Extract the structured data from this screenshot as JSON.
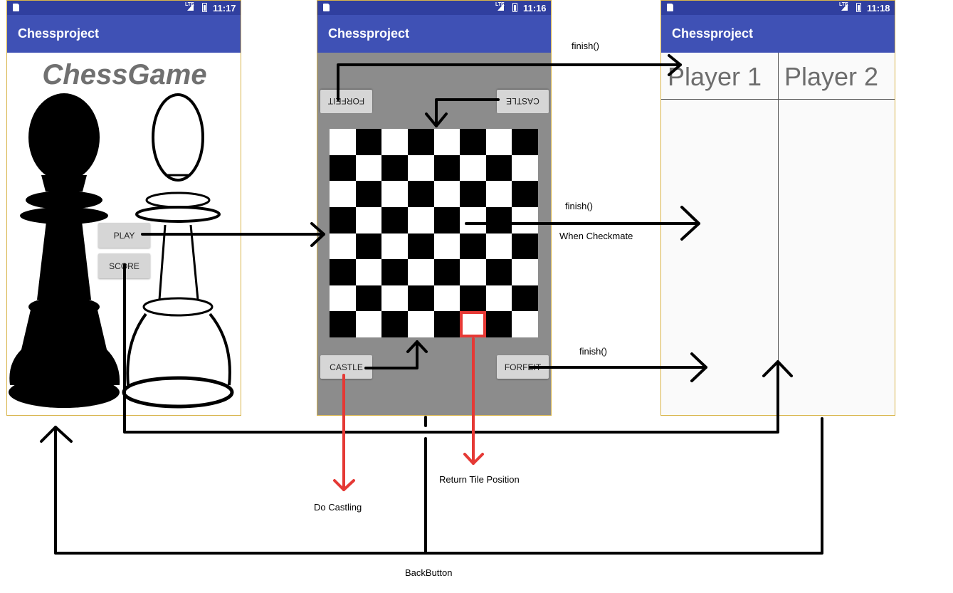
{
  "screens": {
    "menu": {
      "status_time": "11:17",
      "app_title": "Chessproject",
      "heading": "ChessGame",
      "play_button": "PLAY",
      "score_button": "SCORE"
    },
    "game": {
      "status_time": "11:16",
      "app_title": "Chessproject",
      "top_forfeit_button": "FORFEIT",
      "top_castle_button": "CASTLE",
      "bottom_castle_button": "CASTLE",
      "bottom_forfeit_button": "FORFEIT",
      "board_size": 8,
      "highlighted_tile": {
        "row": 7,
        "col": 5
      },
      "background_color": "#8c8c8c",
      "highlight_color": "#e53935"
    },
    "score": {
      "status_time": "11:18",
      "app_title": "Chessproject",
      "columns": [
        "Player 1",
        "Player 2"
      ]
    }
  },
  "annotations": {
    "finish_top": "finish()",
    "finish_middle": "finish()",
    "when_checkmate": "When Checkmate",
    "finish_bottom": "finish()",
    "do_castling": "Do Castling",
    "return_tile_position": "Return Tile Position",
    "back_button": "BackButton"
  },
  "colors": {
    "status_bar": "#303f9f",
    "app_bar": "#3f51b5",
    "arrow_black": "#000000",
    "arrow_red": "#e53935"
  }
}
